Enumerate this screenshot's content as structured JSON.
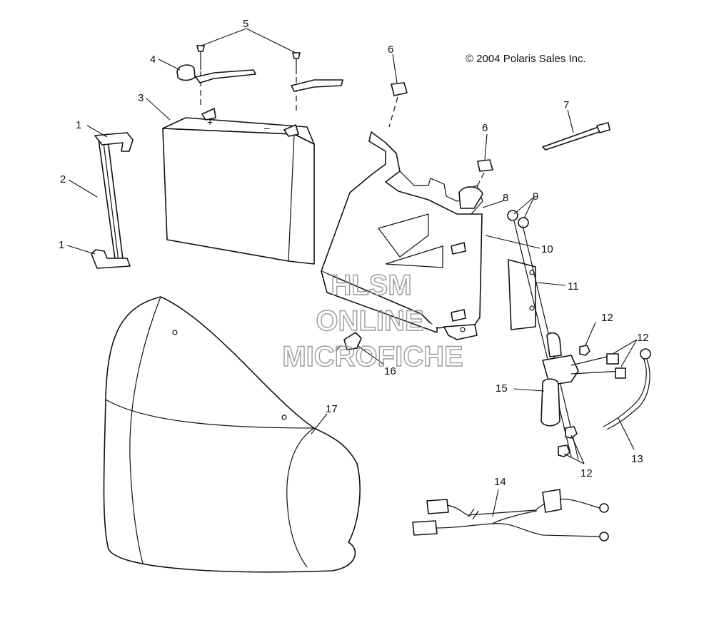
{
  "copyright": "© 2004 Polaris Sales Inc.",
  "watermark": {
    "line1": "HLSM",
    "line2": "ONLINE",
    "line3": "MICROFICHE",
    "color": "#9a9a9a"
  },
  "callouts": {
    "c1a": "1",
    "c1b": "1",
    "c2": "2",
    "c3": "3",
    "c4": "4",
    "c5": "5",
    "c6a": "6",
    "c6b": "6",
    "c7": "7",
    "c8": "8",
    "c9": "9",
    "c10": "10",
    "c11": "11",
    "c12a": "12",
    "c12b": "12",
    "c12c": "12",
    "c13": "13",
    "c14": "14",
    "c15": "15",
    "c16": "16",
    "c17": "17"
  },
  "battery_terminals": {
    "positive": "+",
    "negative": "–"
  }
}
